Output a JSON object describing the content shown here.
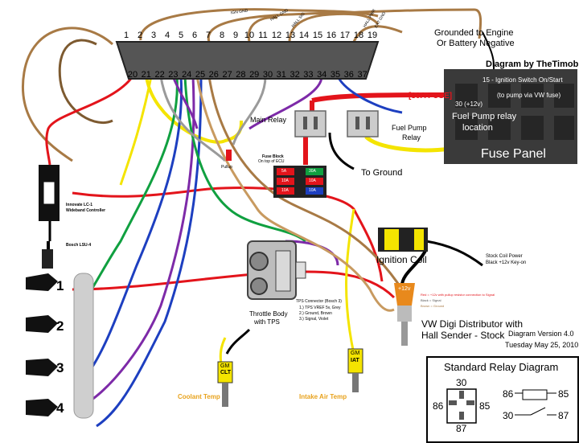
{
  "title": "Diagram by TheTimob",
  "ground_note_line1": "Grounded to Engine",
  "ground_note_line2": "Or Battery Negative",
  "connector_top_pins": [
    "1",
    "2",
    "3",
    "4",
    "5",
    "6",
    "7",
    "8",
    "9",
    "10",
    "11",
    "12",
    "13",
    "14",
    "15",
    "16",
    "17",
    "18",
    "19"
  ],
  "connector_bottom_pins": [
    "20",
    "21",
    "22",
    "23",
    "24",
    "25",
    "26",
    "27",
    "28",
    "29",
    "30",
    "31",
    "32",
    "33",
    "34",
    "35",
    "36",
    "37"
  ],
  "top_small_labels": {
    "ign_gnd": "IGN GND",
    "hall_gnd": "HALL GND",
    "hall_sig": "HALL SIG",
    "hall_pwr": "HALL PWR",
    "ext_gnd": "EXT GND"
  },
  "fuse_panel": {
    "label": "Fuse Panel",
    "ignition_note": "15 - Ignition Switch On/Start",
    "fuse_30a": "[30A FUSE]",
    "plus12v_note": "30 (+12v)",
    "pump_note": "(to pump via VW fuse)",
    "fuel_pump_relay_location_1": "Fuel Pump relay",
    "fuel_pump_relay_location_2": "location"
  },
  "main_relay": "Main Relay",
  "fuel_pump_relay_1": "Fuel Pump",
  "fuel_pump_relay_2": "Relay",
  "to_ground": "To Ground",
  "fuse_block": {
    "title_1": "Fuse Block",
    "title_2": "On top of ECU",
    "fuses": [
      "5A",
      "30A",
      "10A",
      "10A",
      "10A",
      "10A"
    ]
  },
  "pull_up": "Pullup",
  "wideband_1": "Innovate LC-1",
  "wideband_2": "Wideband Controller",
  "bosch_sensor": "Bosch LSU-4",
  "injectors": [
    "1",
    "2",
    "3",
    "4"
  ],
  "throttle_body_1": "Throttle Body",
  "throttle_body_2": "with TPS",
  "tps_connector": {
    "title": "TPS Connector (Bosch 3)",
    "pin1": "1.) TPS VREF 5v, Grey",
    "pin2": "2.) Ground, Brown",
    "pin3": "3.) Signal, Violet"
  },
  "ignition_coil": "Ignition Coil",
  "stock_coil_1": "Stock Coil Power",
  "stock_coil_2": "Black +12v Key-on",
  "distributor_plus12v": "+12v",
  "distributor_notes": [
    "Red = +12v with pullup resistor connection to Signal",
    "Black = Signal",
    "Brown = Ground"
  ],
  "distributor_1": "VW Digi Distributor with",
  "distributor_2": "Hall Sender - Stock",
  "version": "Diagram Version 4.0",
  "date": "Tuesday May 25, 2010",
  "sensor_clt_1": "GM",
  "sensor_clt_2": "CLT",
  "sensor_iat_1": "GM",
  "sensor_iat_2": "IAT",
  "coolant_temp": "Coolant Temp",
  "intake_air_temp": "Intake Air Temp",
  "relay_diagram": {
    "title": "Standard Relay Diagram",
    "pins": {
      "p30": "30",
      "p85": "85",
      "p86": "86",
      "p87": "87"
    },
    "schematic": {
      "p86": "86",
      "p85": "85",
      "p30": "30",
      "p87": "87"
    }
  },
  "colors": {
    "red": "#e3141b",
    "yellow": "#f4e400",
    "tan": "#a87a45",
    "green": "#10a040",
    "blue": "#1d3fc0",
    "purple": "#7d2aa8",
    "grey": "#9a9a9a",
    "fuse_panel": "#3a3a3a"
  }
}
